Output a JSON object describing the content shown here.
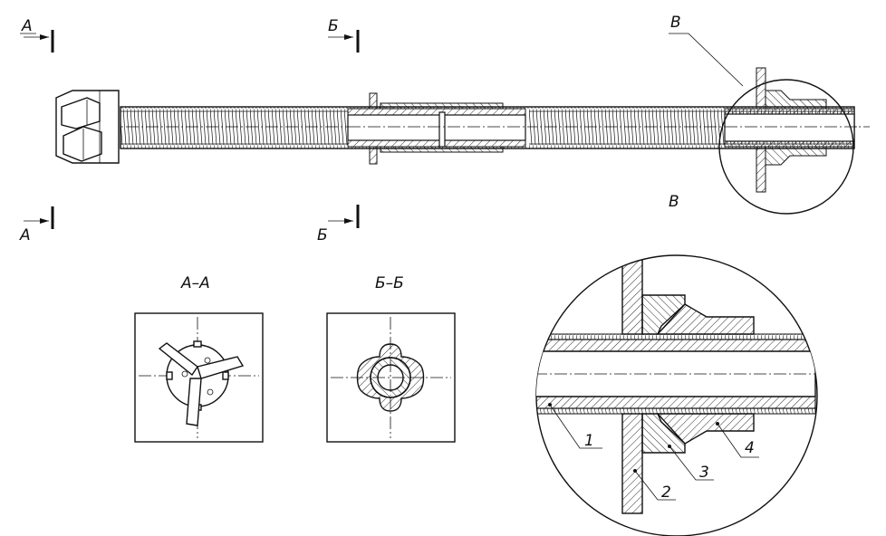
{
  "section_labels": {
    "a_top": "А",
    "a_bottom": "А",
    "b_top": "Б",
    "b_bottom": "Б",
    "v_callout": "В",
    "v_detail_title": "В"
  },
  "view_titles": {
    "section_a": "А–А",
    "section_b": "Б–Б"
  },
  "part_numbers": [
    "1",
    "2",
    "3",
    "4"
  ]
}
